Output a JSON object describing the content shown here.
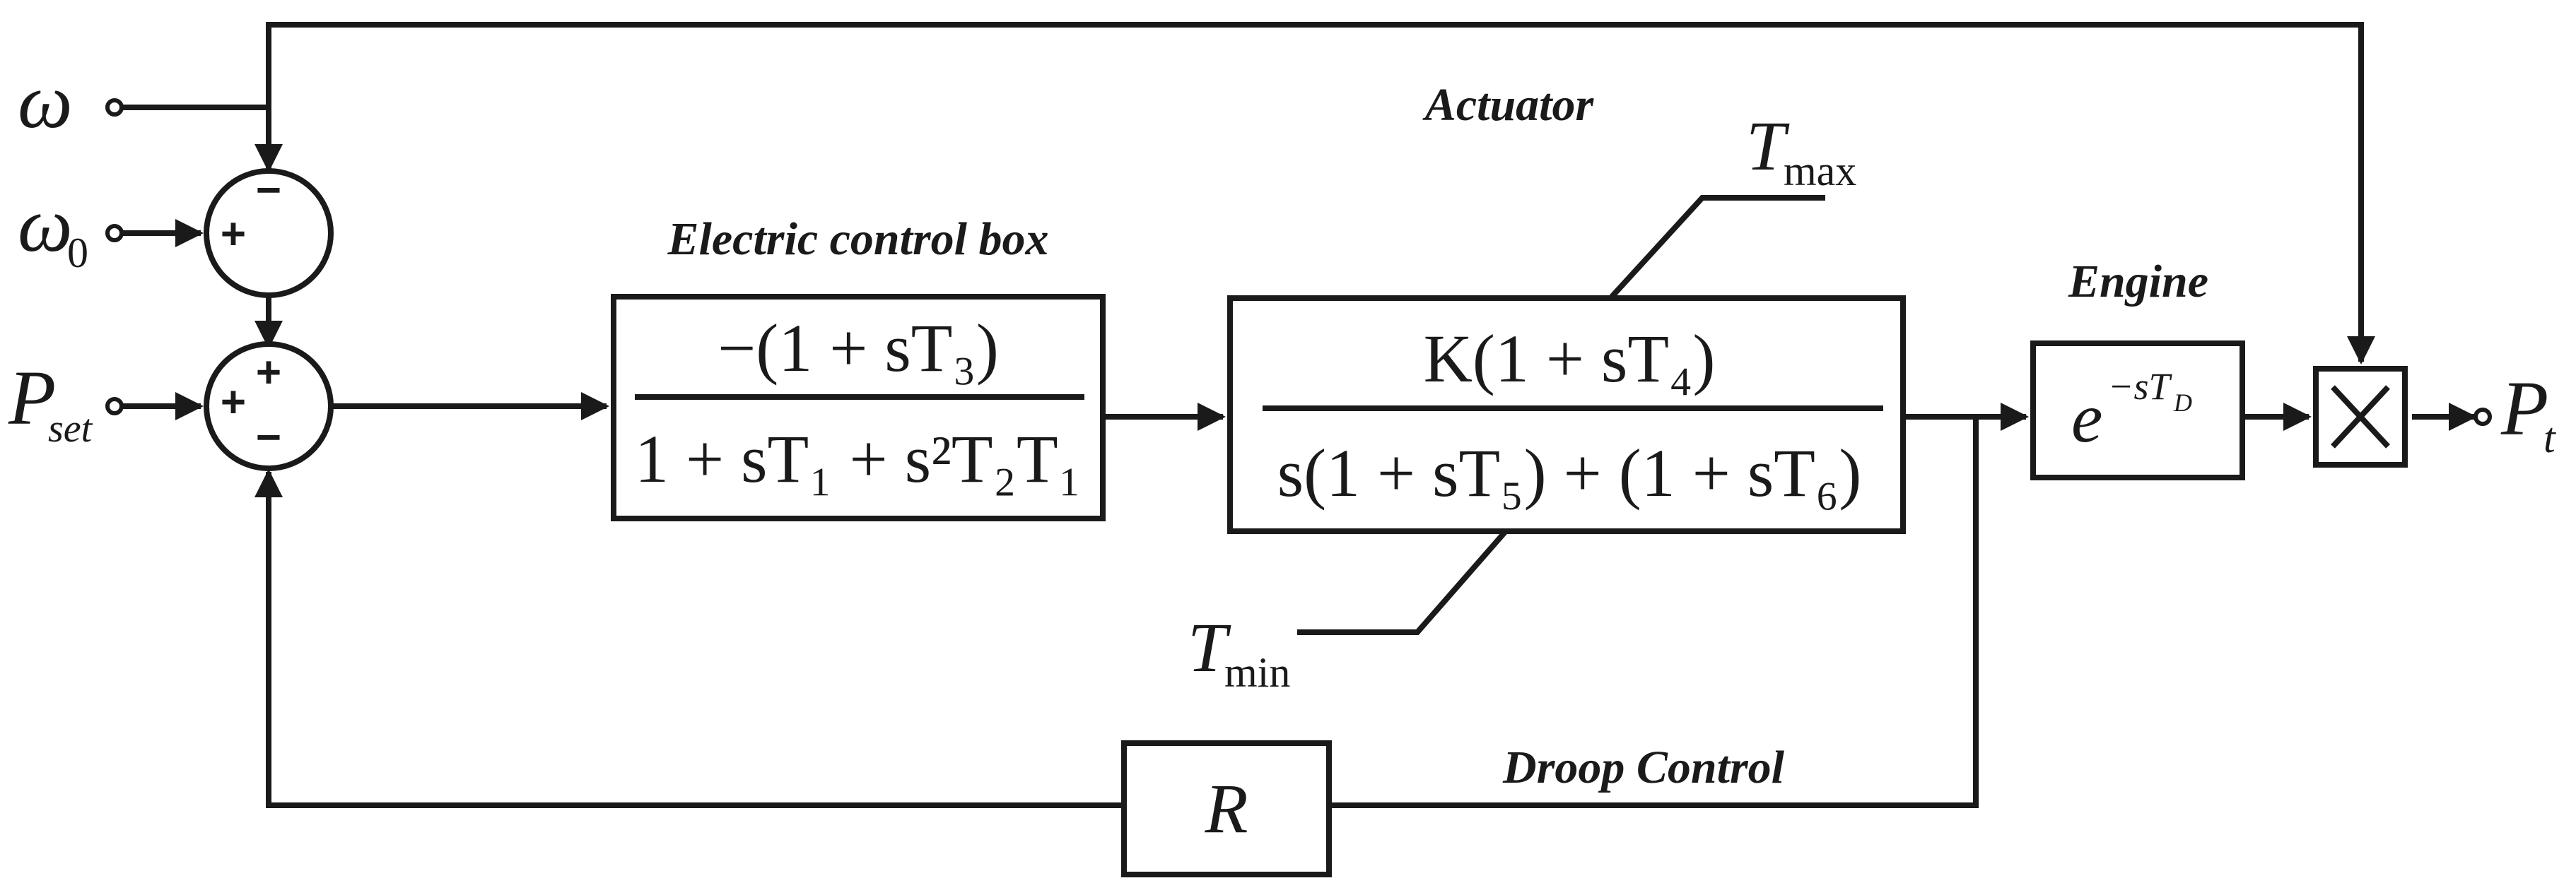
{
  "inputs": {
    "omega": "ω",
    "omega0_base": "ω",
    "omega0_sub": "0",
    "pset_base": "P",
    "pset_sub": "set"
  },
  "output": {
    "base": "P",
    "sub": "t"
  },
  "blocks": {
    "electric_control_box": {
      "label": "Electric control box",
      "numerator": "−(1 + sT₃)",
      "denominator": "1 + sT₁ + s²T₂T₁"
    },
    "actuator": {
      "label": "Actuator",
      "numerator": "K(1 + sT₄)",
      "denominator": "s(1 + sT₅) + (1 + sT₆)",
      "tmax_base": "T",
      "tmax_sub": "max",
      "tmin_base": "T",
      "tmin_sub": "min"
    },
    "engine": {
      "label": "Engine",
      "base": "e",
      "exponent": "−sT",
      "exponent_sub": "D"
    },
    "droop": {
      "label": "Droop Control",
      "gain": "R"
    }
  },
  "signs": {
    "sum1_minus": "−",
    "sum1_plus": "+",
    "sum2_plus_top": "+",
    "sum2_plus_left": "+",
    "sum2_minus_bottom": "−"
  }
}
